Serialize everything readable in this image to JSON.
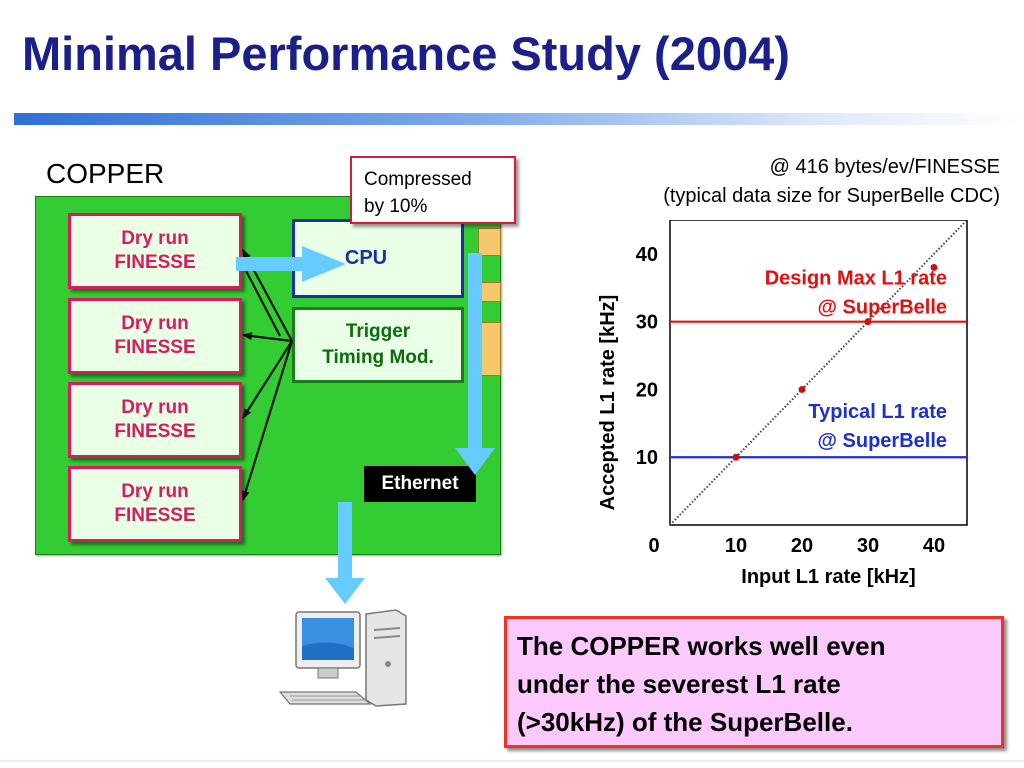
{
  "title": "Minimal Performance Study (2004)",
  "copper_label": "COPPER",
  "compressed_note": [
    "Compressed",
    "by 10%"
  ],
  "finesse_boxes": [
    {
      "line1": "Dry run",
      "line2": "FINESSE"
    },
    {
      "line1": "Dry run",
      "line2": "FINESSE"
    },
    {
      "line1": "Dry run",
      "line2": "FINESSE"
    },
    {
      "line1": "Dry run",
      "line2": "FINESSE"
    }
  ],
  "cpu_label": "CPU",
  "trigger_label": [
    "Trigger",
    "Timing Mod."
  ],
  "ethernet_label": "Ethernet",
  "header": {
    "line1": "@  416 bytes/ev/FINESSE",
    "line2": "(typical data size for SuperBelle CDC)"
  },
  "conclusion": [
    "The COPPER works well even",
    "under the severest L1 rate",
    "(>30kHz) of the SuperBelle."
  ],
  "colors": {
    "title": "#1a1f8c",
    "board": "#33cc33",
    "finesse_border": "#d81b60",
    "cpu_border": "#1c2fa8",
    "design_max": "#e01010",
    "typical": "#1c2fd0",
    "arrow": "#66ccff",
    "conclusion_bg": "#fbc9fb"
  },
  "chart_data": {
    "type": "scatter",
    "xlabel": "Input L1 rate [kHz]",
    "ylabel": "Accepted L1 rate [kHz]",
    "xlim": [
      0,
      45
    ],
    "ylim": [
      0,
      45
    ],
    "x_ticks": [
      0,
      10,
      20,
      30,
      40
    ],
    "y_ticks": [
      10,
      20,
      30,
      40
    ],
    "tick_labels_x": [
      "0",
      "10",
      "20",
      "30",
      "40"
    ],
    "tick_labels_y": [
      "10",
      "20",
      "30",
      "40"
    ],
    "grid": false,
    "series": [
      {
        "x": [
          10,
          20,
          30,
          40
        ],
        "y": [
          10,
          20,
          30,
          38
        ],
        "color": "#cc1111"
      }
    ],
    "reference_line": {
      "from": [
        0,
        0
      ],
      "to": [
        45,
        45
      ],
      "style": "dotted"
    },
    "hlines": [
      {
        "y": 30,
        "label": [
          "Design Max L1 rate",
          "@ SuperBelle"
        ],
        "color": "#e01010"
      },
      {
        "y": 10,
        "label": [
          "Typical L1 rate",
          "@ SuperBelle"
        ],
        "color": "#1c2fd0"
      }
    ]
  }
}
